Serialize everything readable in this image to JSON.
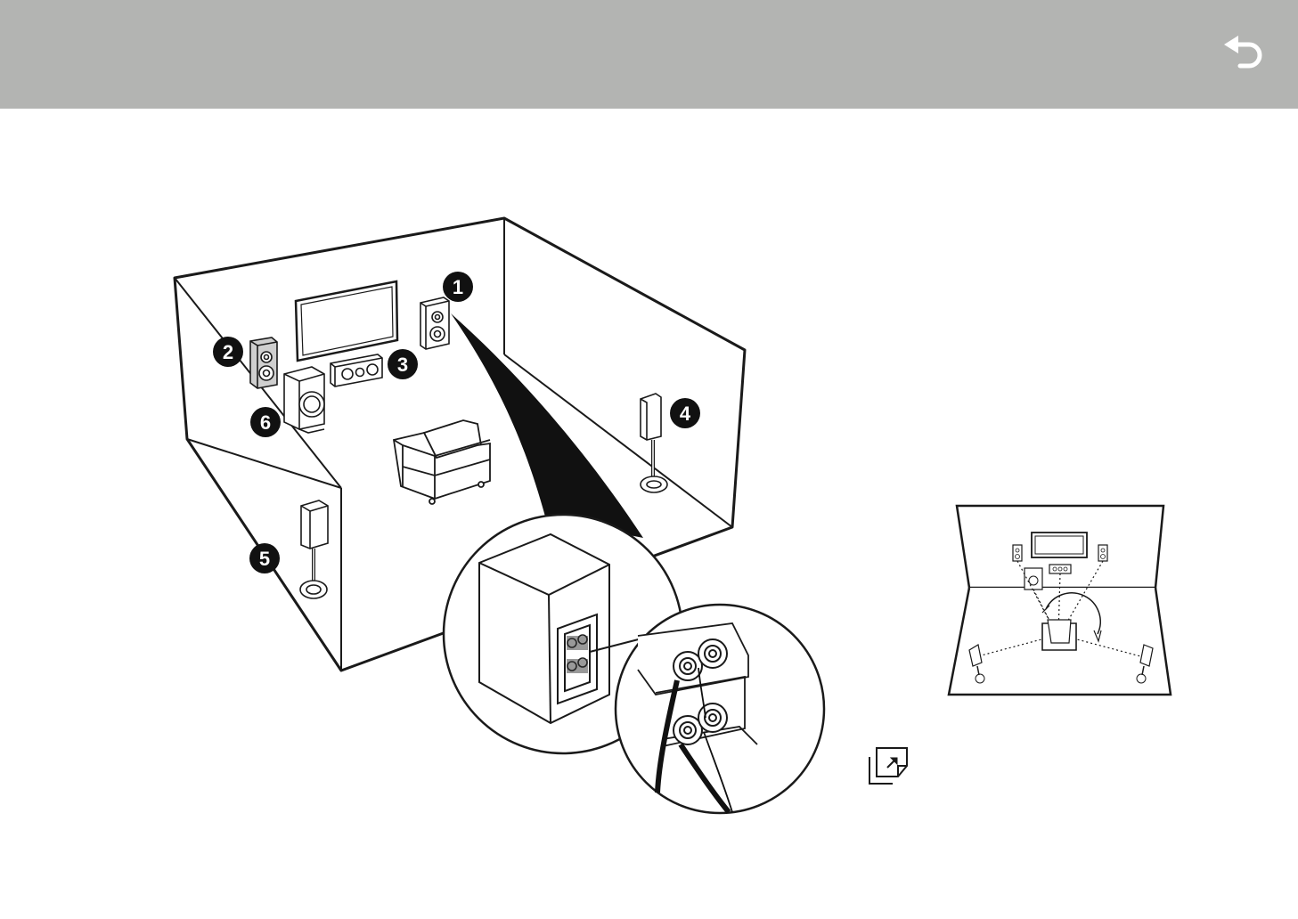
{
  "header": {
    "back_icon": "return-arrow-icon",
    "bar_color": "#b3b4b2"
  },
  "illustration": {
    "callouts": [
      {
        "number": "1",
        "label": "front-right-speaker"
      },
      {
        "number": "2",
        "label": "front-left-speaker"
      },
      {
        "number": "3",
        "label": "center-speaker"
      },
      {
        "number": "4",
        "label": "surround-right-speaker"
      },
      {
        "number": "5",
        "label": "surround-left-speaker"
      },
      {
        "number": "6",
        "label": "subwoofer"
      }
    ]
  },
  "reference_icon": "page-reference-icon"
}
